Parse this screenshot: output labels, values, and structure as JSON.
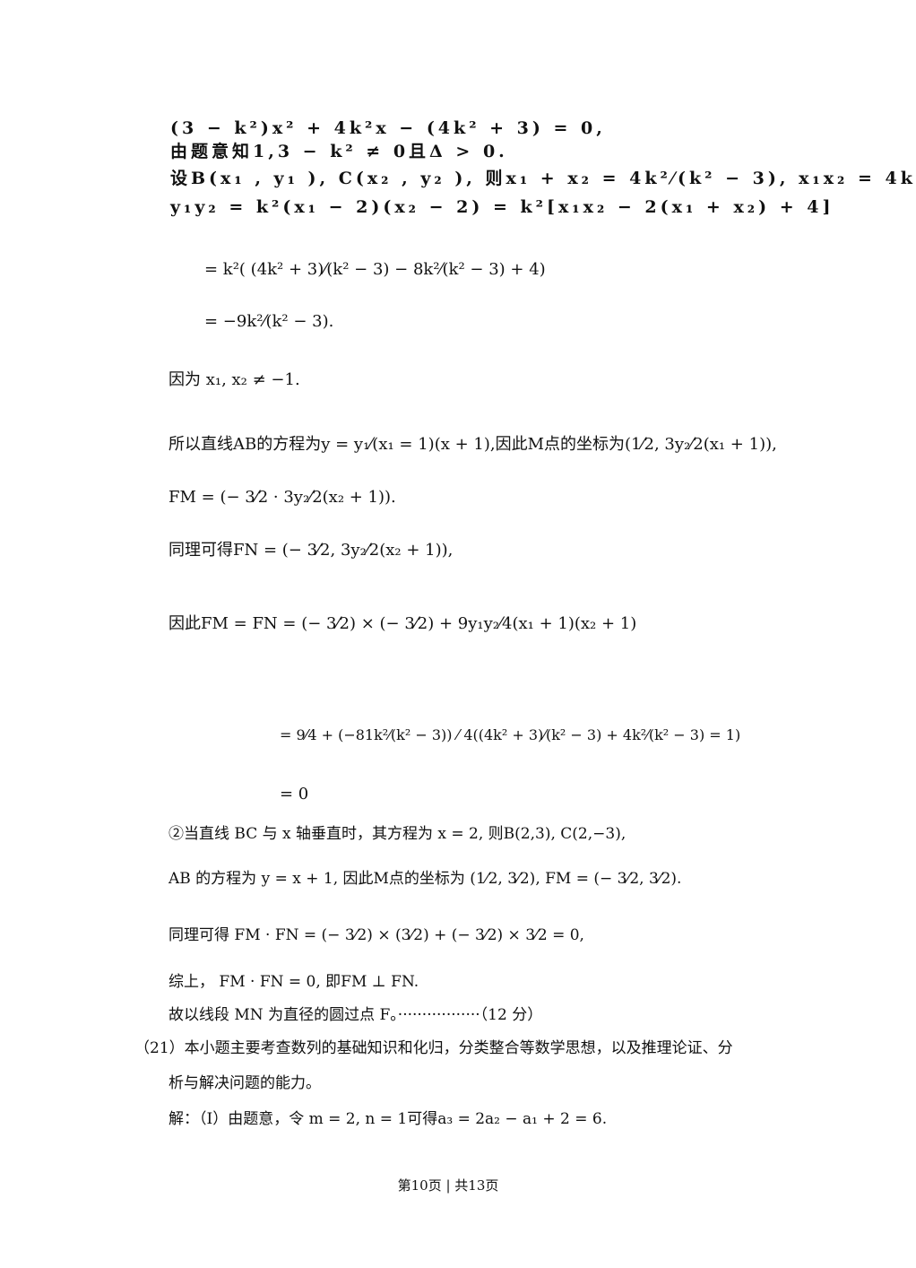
{
  "lines": {
    "l1": "(3 − k²)x² + 4k²x − (4k² + 3) = 0,",
    "l2": "由题意知1,3 − k² ≠ 0且Δ > 0.",
    "l3": "设B(x₁ , y₁ ), C(x₂ , y₂ ), 则x₁ + x₂ = 4k²⁄(k² − 3), x₁x₂ = 4k",
    "l4": "y₁y₂ = k²(x₁ − 2)(x₂ − 2) = k²[x₁x₂ − 2(x₁ + x₂) + 4]",
    "l5": "= k²( (4k² + 3)⁄(k² − 3) − 8k²⁄(k² − 3) + 4)",
    "l6": "= −9k²⁄(k² − 3).",
    "l7": "因为 x₁, x₂ ≠ −1.",
    "l8": "所以直线AB的方程为y = y₁⁄(x₁ = 1)(x + 1),因此M点的坐标为(1⁄2, 3y₂⁄2(x₁ + 1)),",
    "l9": "FM = (− 3⁄2 · 3y₂⁄2(x₂ + 1)).",
    "l10": "同理可得FN = (− 3⁄2, 3y₂⁄2(x₂ + 1)),",
    "l11": "因此FM = FN = (− 3⁄2) × (− 3⁄2) + 9y₁y₂⁄4(x₁ + 1)(x₂ + 1)",
    "l12": "= 9⁄4 + (−81k²⁄(k² − 3)) ⁄ 4((4k² + 3)⁄(k² − 3) + 4k²⁄(k² − 3) = 1)",
    "l13": "= 0",
    "l14": "②当直线 BC 与 x 轴垂直时，其方程为 x = 2, 则B(2,3), C(2,−3),",
    "l15": "AB 的方程为 y = x + 1, 因此M点的坐标为 (1⁄2, 3⁄2), FM = (− 3⁄2, 3⁄2).",
    "l16": "同理可得 FM · FN = (− 3⁄2) × (3⁄2) + (− 3⁄2) × 3⁄2 = 0,",
    "l17": "综上， FM · FN = 0, 即FM ⊥ FN.",
    "l18": "故以线段 MN 为直径的圆过点 F。·················（12 分）",
    "l19": "（21）本小题主要考查数列的基础知识和化归，分类整合等数学思想，以及推理论证、分",
    "l20": "析与解决问题的能力。",
    "l21": "解：（Ⅰ）由题意，令 m = 2, n = 1可得a₃ = 2a₂ − a₁ + 2 = 6."
  },
  "footer": "第10页 | 共13页"
}
